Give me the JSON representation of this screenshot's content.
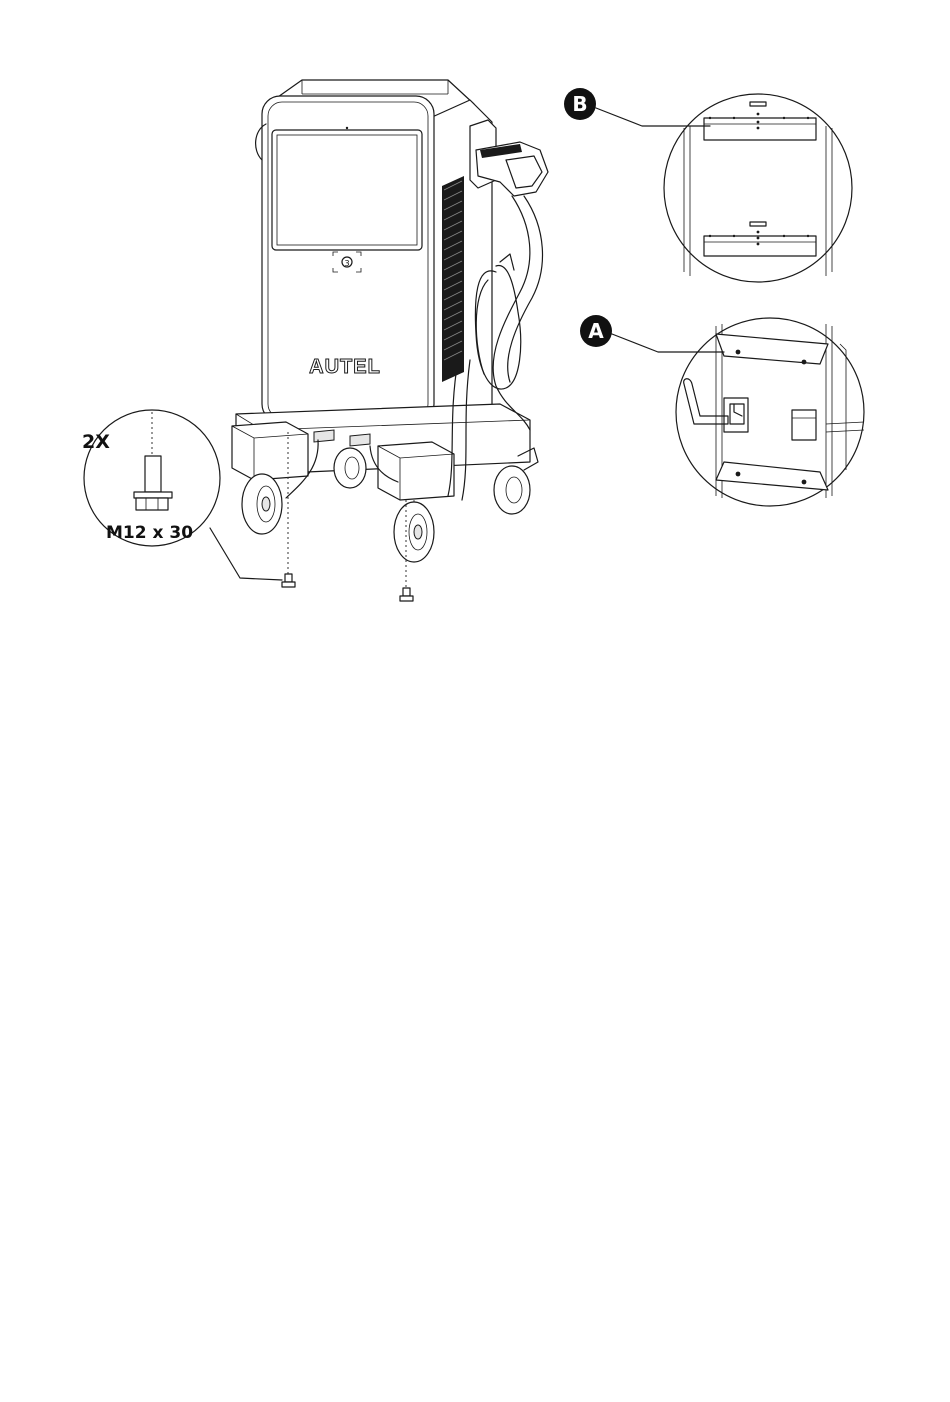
{
  "labels": {
    "callout_b": "B",
    "callout_a": "A",
    "quantity": "2X",
    "bolt_size": "M12 x 30",
    "brand": "AUTEL"
  },
  "icons": {
    "bolt": "bolt-icon",
    "vents": "vent-grille-icon",
    "hex_key": "hex-key-icon"
  },
  "colors": {
    "line": "#1a1a1a",
    "background": "#ffffff",
    "badge": "#111111"
  }
}
